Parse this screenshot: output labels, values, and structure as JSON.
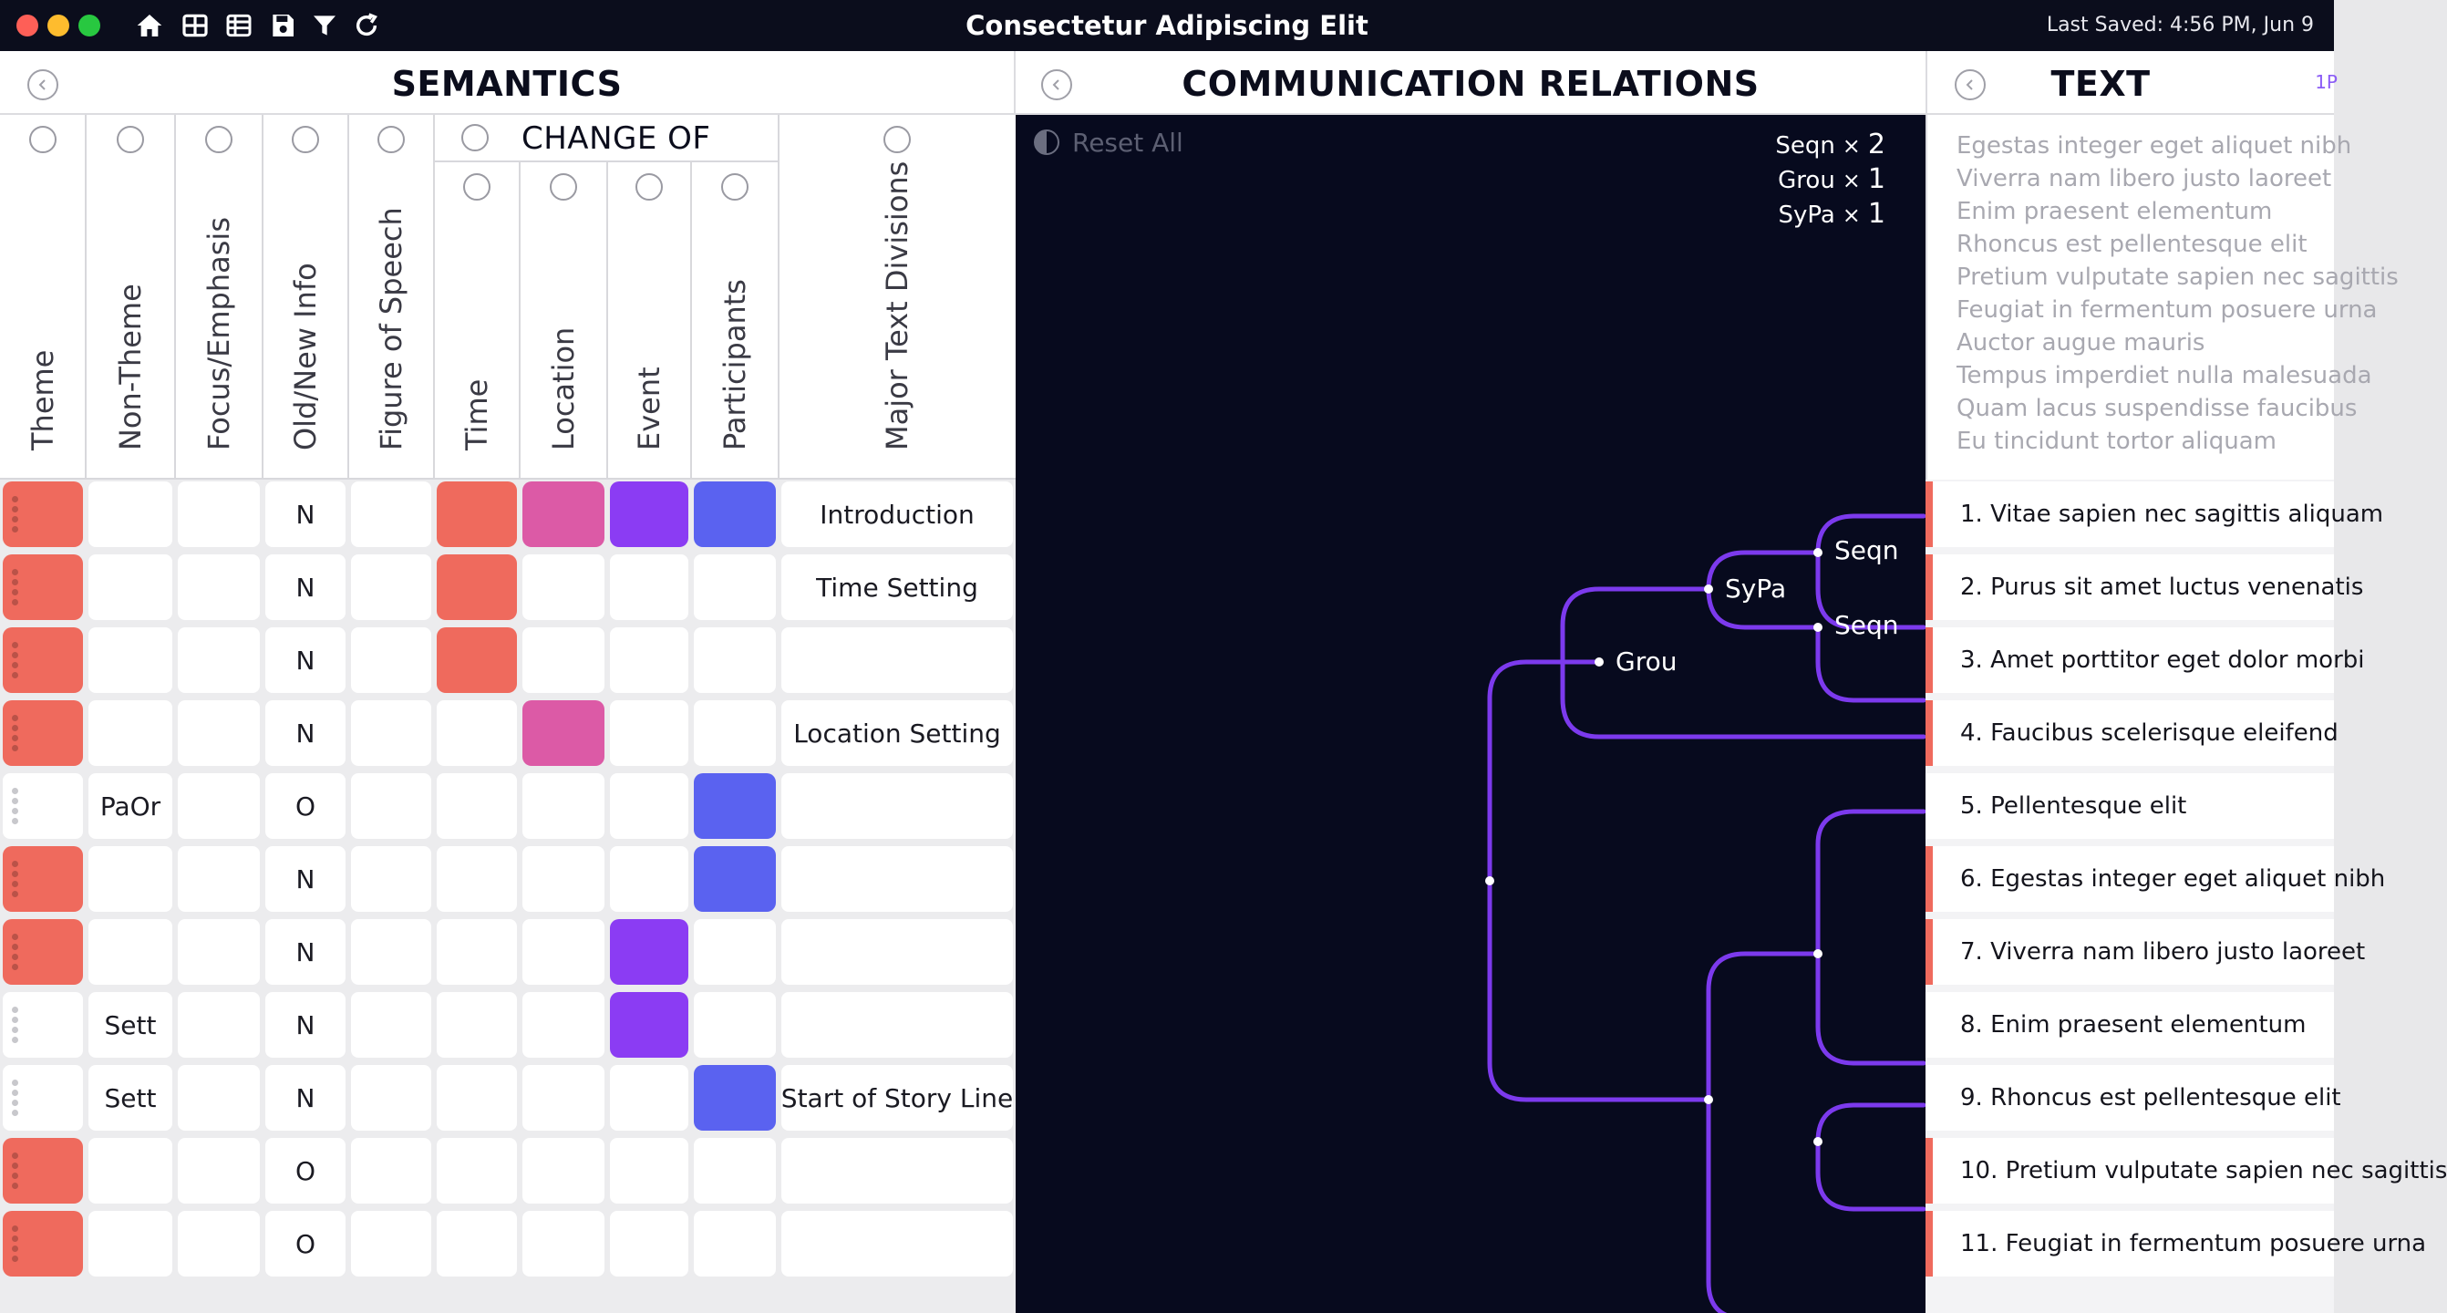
{
  "window": {
    "title": "Consectetur Adipiscing Elit",
    "last_saved": "Last Saved: 4:56 PM, Jun 9",
    "traffic_colors": [
      "#fe5f57",
      "#febc2e",
      "#28c840"
    ],
    "toolbar_icons": [
      "home-icon",
      "grid-icon",
      "table-icon",
      "save-icon",
      "filter-icon",
      "refresh-icon"
    ]
  },
  "semantics": {
    "title": "SEMANTICS",
    "change_of": "CHANGE OF",
    "columns": [
      "Theme",
      "Non-Theme",
      "Focus/Emphasis",
      "Old/New Info",
      "Figure of Speech",
      "Time",
      "Location",
      "Event",
      "Participants",
      "Major Text Divisions"
    ],
    "colors": {
      "theme": "#ef6a5d",
      "time": "#ef6a5d",
      "location": "#dc5aa6",
      "event": "#8b3cf3",
      "participants": "#5a62f0"
    },
    "rows": [
      {
        "theme": true,
        "non_theme": "",
        "info": "N",
        "time": true,
        "location": true,
        "event": true,
        "participants": true,
        "division": "Introduction"
      },
      {
        "theme": true,
        "non_theme": "",
        "info": "N",
        "time": true,
        "location": false,
        "event": false,
        "participants": false,
        "division": "Time Setting"
      },
      {
        "theme": true,
        "non_theme": "",
        "info": "N",
        "time": true,
        "location": false,
        "event": false,
        "participants": false,
        "division": ""
      },
      {
        "theme": true,
        "non_theme": "",
        "info": "N",
        "time": false,
        "location": true,
        "event": false,
        "participants": false,
        "division": "Location Setting"
      },
      {
        "theme": false,
        "non_theme": "PaOr",
        "info": "O",
        "time": false,
        "location": false,
        "event": false,
        "participants": true,
        "division": ""
      },
      {
        "theme": true,
        "non_theme": "",
        "info": "N",
        "time": false,
        "location": false,
        "event": false,
        "participants": true,
        "division": ""
      },
      {
        "theme": true,
        "non_theme": "",
        "info": "N",
        "time": false,
        "location": false,
        "event": true,
        "participants": false,
        "division": ""
      },
      {
        "theme": false,
        "non_theme": "Sett",
        "info": "N",
        "time": false,
        "location": false,
        "event": true,
        "participants": false,
        "division": ""
      },
      {
        "theme": false,
        "non_theme": "Sett",
        "info": "N",
        "time": false,
        "location": false,
        "event": false,
        "participants": true,
        "division": "Start of Story Line"
      },
      {
        "theme": true,
        "non_theme": "",
        "info": "O",
        "time": false,
        "location": false,
        "event": false,
        "participants": false,
        "division": ""
      },
      {
        "theme": true,
        "non_theme": "",
        "info": "O",
        "time": false,
        "location": false,
        "event": false,
        "participants": false,
        "division": ""
      }
    ]
  },
  "relations": {
    "title": "COMMUNICATION RELATIONS",
    "reset_label": "Reset All",
    "line_color": "#7c3aed",
    "counts": [
      {
        "label": "Seqn",
        "times": "×",
        "count": "2"
      },
      {
        "label": "Grou",
        "times": "×",
        "count": "1"
      },
      {
        "label": "SyPa",
        "times": "×",
        "count": "1"
      }
    ],
    "node_labels": {
      "seqn_1": "Seqn",
      "sypa": "SyPa",
      "seqn_2": "Seqn",
      "grou": "Grou"
    }
  },
  "text": {
    "title": "TEXT",
    "page_indicator": "1P",
    "list": [
      "Egestas integer eget aliquet nibh",
      "Viverra nam libero justo laoreet",
      "Enim praesent elementum",
      "Rhoncus est pellentesque elit",
      "Pretium vulputate sapien nec sagittis",
      "Feugiat in fermentum posuere urna",
      "Auctor augue mauris",
      "Tempus imperdiet nulla malesuada",
      "Quam lacus suspendisse faucibus",
      "Eu tincidunt tortor aliquam"
    ],
    "rows": [
      {
        "text": "1.  Vitae sapien nec sagittis aliquam",
        "marked": true
      },
      {
        "text": "2.  Purus sit amet luctus venenatis",
        "marked": true
      },
      {
        "text": "3.  Amet porttitor eget dolor morbi",
        "marked": true
      },
      {
        "text": "4.  Faucibus scelerisque eleifend",
        "marked": true
      },
      {
        "text": "5.  Pellentesque elit",
        "marked": false
      },
      {
        "text": "6.  Egestas integer eget aliquet nibh",
        "marked": true
      },
      {
        "text": "7.  Viverra nam libero justo laoreet",
        "marked": true
      },
      {
        "text": "8.  Enim praesent elementum",
        "marked": false
      },
      {
        "text": "9.  Rhoncus est pellentesque elit",
        "marked": false
      },
      {
        "text": "10.  Pretium vulputate sapien nec sagittis",
        "marked": true
      },
      {
        "text": "11.  Feugiat in fermentum posuere urna",
        "marked": true
      }
    ]
  }
}
